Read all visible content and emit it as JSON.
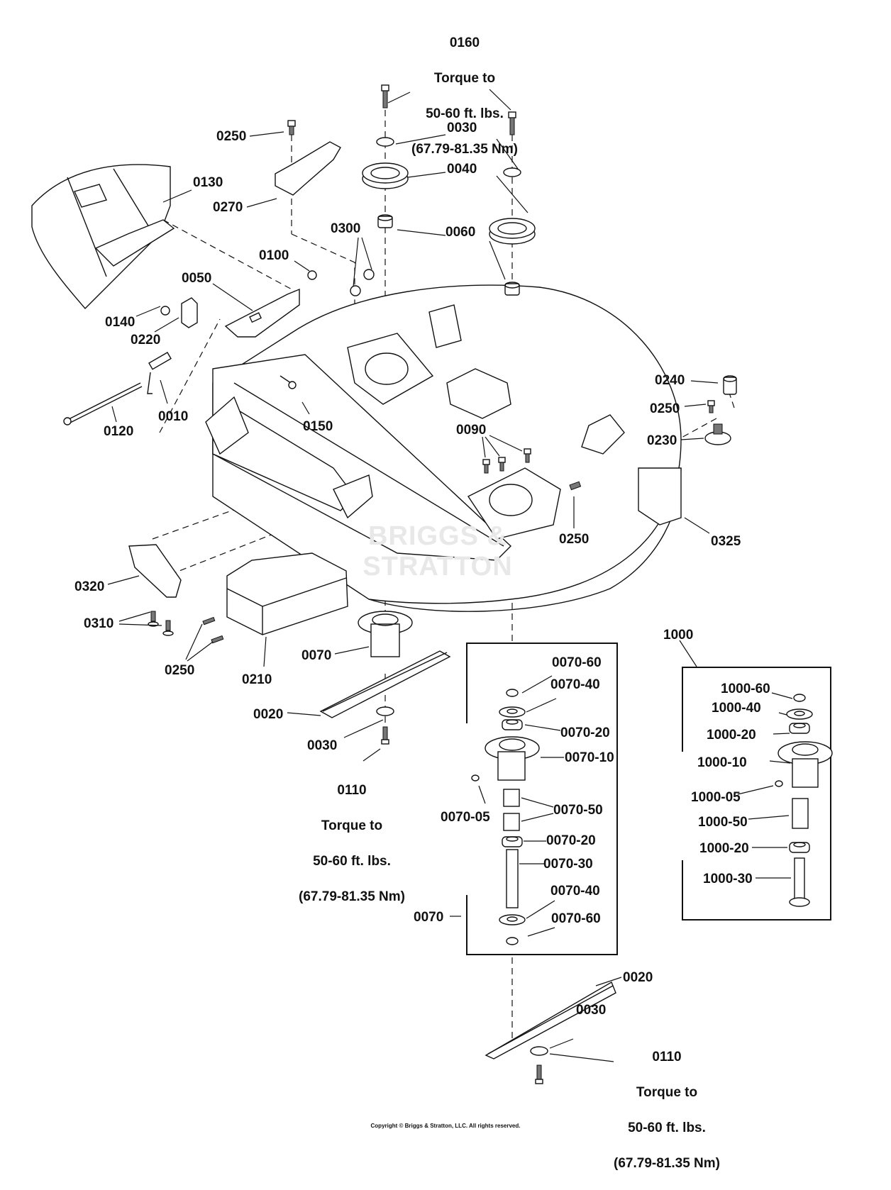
{
  "title": "Mower Deck Parts Diagram",
  "watermark": "BRIGGS & STRATTON",
  "copyright": "Copyright © Briggs & Stratton, LLC. All rights reserved.",
  "torque_notes": {
    "top": {
      "part": "0160",
      "line1": "Torque to",
      "line2": "50-60 ft. lbs.",
      "line3": "(67.79-81.35 Nm)"
    },
    "mid": {
      "part": "0110",
      "line1": "Torque to",
      "line2": "50-60 ft. lbs.",
      "line3": "(67.79-81.35 Nm)"
    },
    "bottom": {
      "part": "0110",
      "line1": "Torque to",
      "line2": "50-60 ft. lbs.",
      "line3": "(67.79-81.35 Nm)"
    }
  },
  "callouts": [
    {
      "id": "0250",
      "note": "bolt above 0270 bracket"
    },
    {
      "id": "0130",
      "note": "discharge chute"
    },
    {
      "id": "0270",
      "note": "bracket"
    },
    {
      "id": "0030",
      "note": "washer top"
    },
    {
      "id": "0040",
      "note": "pulley"
    },
    {
      "id": "0300",
      "note": "nuts"
    },
    {
      "id": "0060",
      "note": "spacer"
    },
    {
      "id": "0100",
      "note": "nut"
    },
    {
      "id": "0050",
      "note": "chute bracket"
    },
    {
      "id": "0140",
      "note": "nut"
    },
    {
      "id": "0220",
      "note": "clip"
    },
    {
      "id": "0010",
      "note": "spring"
    },
    {
      "id": "0120",
      "note": "rod"
    },
    {
      "id": "0150",
      "note": "carriage bolt"
    },
    {
      "id": "0240",
      "note": "cap"
    },
    {
      "id": "0250",
      "note": "bolt right"
    },
    {
      "id": "0230",
      "note": "fitting"
    },
    {
      "id": "0090",
      "note": "bolts"
    },
    {
      "id": "0250",
      "note": "bolt plate"
    },
    {
      "id": "0325",
      "note": "deck"
    },
    {
      "id": "0320",
      "note": "baffle"
    },
    {
      "id": "0310",
      "note": "bolts"
    },
    {
      "id": "0250",
      "note": "screws"
    },
    {
      "id": "0210",
      "note": "cover"
    },
    {
      "id": "0070",
      "note": "spindle"
    },
    {
      "id": "0020",
      "note": "blade"
    },
    {
      "id": "0030",
      "note": "washer"
    },
    {
      "id": "1000",
      "note": "spindle assembly"
    },
    {
      "id": "0070",
      "note": "spindle group"
    },
    {
      "id": "0020",
      "note": "blade bottom"
    },
    {
      "id": "0030",
      "note": "washer bottom"
    }
  ],
  "labels": {
    "l0250a": "0250",
    "l0130": "0130",
    "l0270": "0270",
    "l0030a": "0030",
    "l0040": "0040",
    "l0300": "0300",
    "l0060": "0060",
    "l0100": "0100",
    "l0050": "0050",
    "l0140": "0140",
    "l0220": "0220",
    "l0010": "0010",
    "l0120": "0120",
    "l0150": "0150",
    "l0240": "0240",
    "l0250b": "0250",
    "l0230": "0230",
    "l0090": "0090",
    "l0250c": "0250",
    "l0325": "0325",
    "l0320": "0320",
    "l0310": "0310",
    "l0250d": "0250",
    "l0210": "0210",
    "l0070": "0070",
    "l0020a": "0020",
    "l0030b": "0030",
    "l1000": "1000",
    "l0070g": "0070",
    "l0020b": "0020",
    "l0030c": "0030"
  },
  "spindle_0070_parts": [
    "0070-60",
    "0070-40",
    "0070-20",
    "0070-10",
    "0070-05",
    "0070-50",
    "0070-20",
    "0070-30",
    "0070-40",
    "0070-60"
  ],
  "spindle_1000_parts": [
    "1000-60",
    "1000-40",
    "1000-20",
    "1000-10",
    "1000-05",
    "1000-50",
    "1000-20",
    "1000-30"
  ]
}
